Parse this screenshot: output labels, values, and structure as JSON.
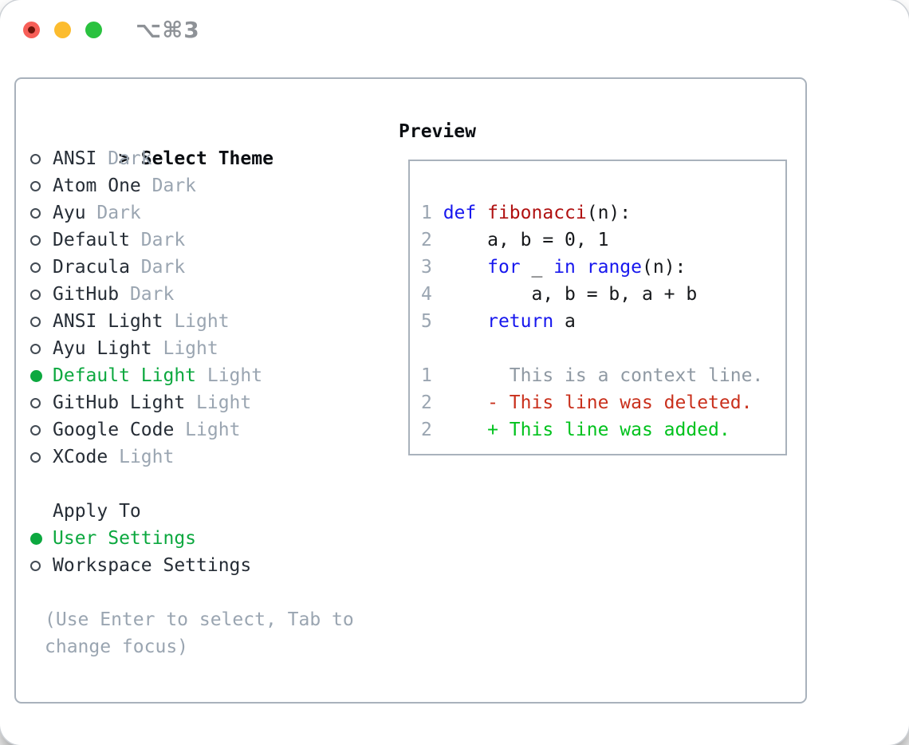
{
  "titlebar": {
    "shortcut": "⌥⌘3"
  },
  "theme_list": {
    "caret": ">",
    "title": "Select Theme",
    "items": [
      {
        "name": "ANSI",
        "variant": "Dark",
        "selected": false
      },
      {
        "name": "Atom One",
        "variant": "Dark",
        "selected": false
      },
      {
        "name": "Ayu",
        "variant": "Dark",
        "selected": false
      },
      {
        "name": "Default",
        "variant": "Dark",
        "selected": false
      },
      {
        "name": "Dracula",
        "variant": "Dark",
        "selected": false
      },
      {
        "name": "GitHub",
        "variant": "Dark",
        "selected": false
      },
      {
        "name": "ANSI Light",
        "variant": "Light",
        "selected": false
      },
      {
        "name": "Ayu Light",
        "variant": "Light",
        "selected": false
      },
      {
        "name": "Default Light",
        "variant": "Light",
        "selected": true
      },
      {
        "name": "GitHub Light",
        "variant": "Light",
        "selected": false
      },
      {
        "name": "Google Code",
        "variant": "Light",
        "selected": false
      },
      {
        "name": "XCode",
        "variant": "Light",
        "selected": false
      }
    ]
  },
  "apply_to": {
    "title": "Apply To",
    "items": [
      {
        "label": "User Settings",
        "selected": true
      },
      {
        "label": "Workspace Settings",
        "selected": false
      }
    ]
  },
  "hint": "(Use Enter to select, Tab to change focus)",
  "preview": {
    "title": "Preview",
    "lines": [
      [],
      [
        {
          "t": "1 ",
          "c": "ln"
        },
        {
          "t": "def",
          "c": "kw"
        },
        {
          "t": " ",
          "c": "plain"
        },
        {
          "t": "fibonacci",
          "c": "fn"
        },
        {
          "t": "(n):",
          "c": "plain"
        }
      ],
      [
        {
          "t": "2 ",
          "c": "ln"
        },
        {
          "t": "    a, b = 0, 1",
          "c": "plain"
        }
      ],
      [
        {
          "t": "3 ",
          "c": "ln"
        },
        {
          "t": "    ",
          "c": "plain"
        },
        {
          "t": "for",
          "c": "kw"
        },
        {
          "t": " _ ",
          "c": "plain"
        },
        {
          "t": "in",
          "c": "kw"
        },
        {
          "t": " ",
          "c": "plain"
        },
        {
          "t": "range",
          "c": "kw"
        },
        {
          "t": "(n):",
          "c": "plain"
        }
      ],
      [
        {
          "t": "4 ",
          "c": "ln"
        },
        {
          "t": "        a, b = b, a + b",
          "c": "plain"
        }
      ],
      [
        {
          "t": "5 ",
          "c": "ln"
        },
        {
          "t": "    ",
          "c": "plain"
        },
        {
          "t": "return",
          "c": "kw"
        },
        {
          "t": " a",
          "c": "plain"
        }
      ],
      [],
      [
        {
          "t": "1",
          "c": "ln"
        },
        {
          "t": "       This is a context line.",
          "c": "ctx"
        }
      ],
      [
        {
          "t": "2",
          "c": "ln"
        },
        {
          "t": "     - This line was deleted.",
          "c": "del"
        }
      ],
      [
        {
          "t": "2",
          "c": "ln"
        },
        {
          "t": "     + This line was added.",
          "c": "add"
        }
      ]
    ]
  },
  "colors": {
    "green": "#0ca83f",
    "add": "#00c21d",
    "del": "#c9301c",
    "kw": "#1717ee",
    "fn": "#b01111",
    "muted": "#9aa5b1",
    "ctx": "#8f99a3",
    "text": "#262d36",
    "plain": "#16181b",
    "border": "#a9b2bc"
  }
}
